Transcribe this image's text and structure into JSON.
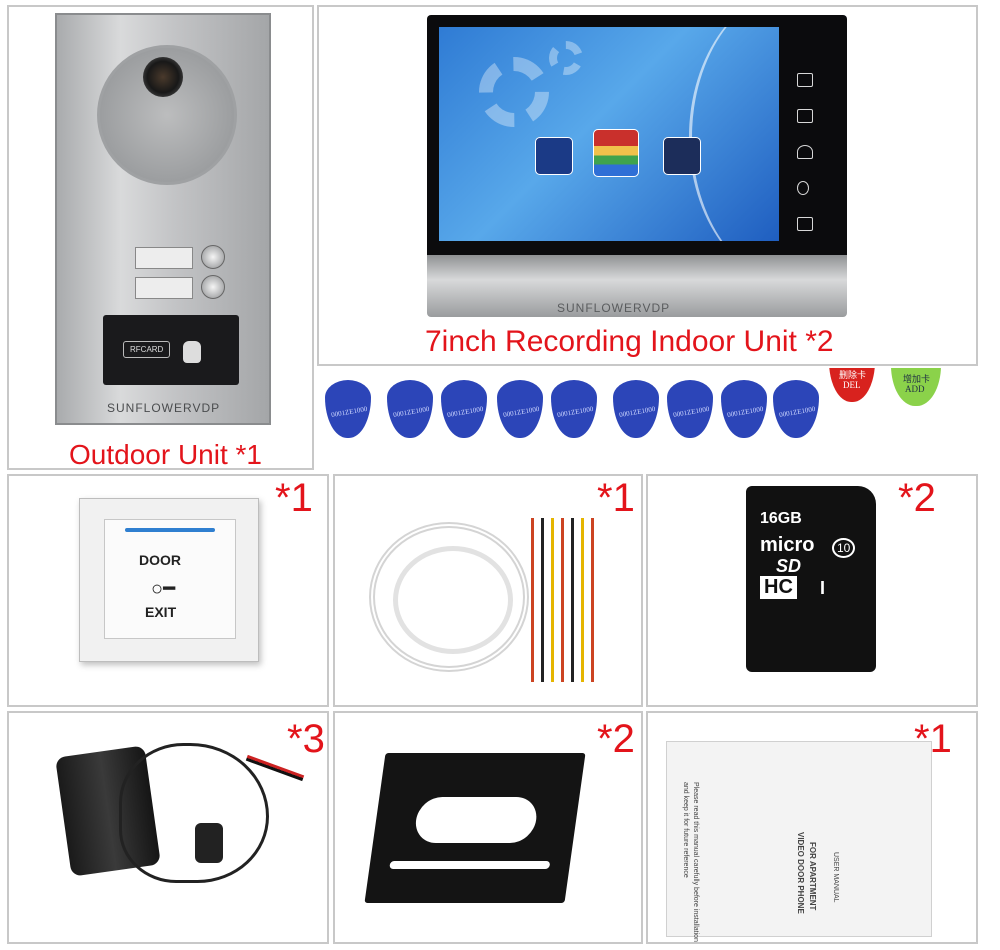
{
  "outdoor": {
    "brand": "SUNFLOWERVDP",
    "card_label": "RFCARD",
    "caption": "Outdoor Unit *1"
  },
  "indoor": {
    "brand": "SUNFLOWERVDP",
    "caption": "7inch Recording Indoor Unit *2"
  },
  "keyfobs": {
    "blue_tag_text": "0001ZE1000",
    "red_tag_cn": "删除卡",
    "red_tag_en": "DEL",
    "green_tag_cn": "增加卡",
    "green_tag_en": "ADD"
  },
  "exit_button": {
    "qty": "*1",
    "label_top": "DOOR",
    "label_bottom": "EXIT"
  },
  "cable": {
    "qty": "*1"
  },
  "sd_card": {
    "qty": "*2",
    "capacity": "16GB",
    "line1": "micro",
    "line2": "SD",
    "line3": "HC",
    "class": "10",
    "uhs": "I"
  },
  "adapter": {
    "qty": "*3"
  },
  "bracket": {
    "qty": "*2"
  },
  "manual": {
    "qty": "*1",
    "title_line1": "FOR APARTMENT",
    "title_line2": "VIDEO DOOR PHONE",
    "subtitle": "USER MANUAL",
    "line_a": "Please read this manual carefully before installation",
    "line_b": "and keep it for future reference"
  },
  "colors": {
    "accent_red": "#e3141b",
    "fob_blue": "#2c45b8",
    "fob_red": "#d8221e",
    "fob_green": "#8bd24a"
  }
}
